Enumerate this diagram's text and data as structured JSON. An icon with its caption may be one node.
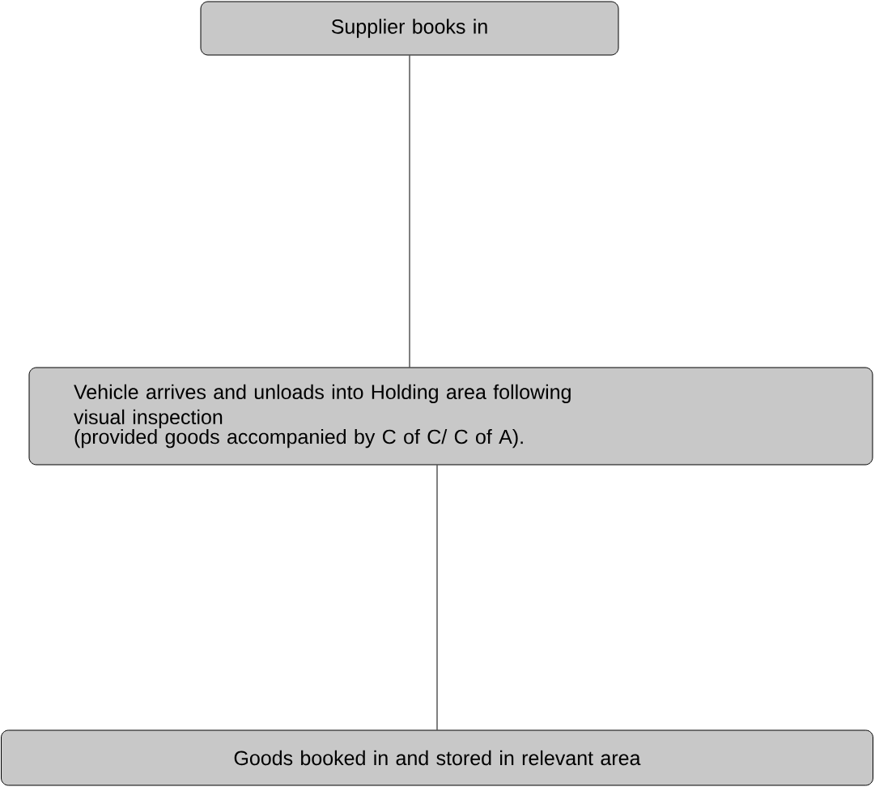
{
  "diagram": {
    "nodes": [
      {
        "text": [
          "Supplier books in"
        ]
      },
      {
        "text": [
          "Vehicle arrives and unloads into Holding area following visual inspection",
          "(provided goods accompanied by C of C/ C of A)."
        ]
      },
      {
        "text": [
          "Goods booked in and stored in relevant area"
        ]
      }
    ],
    "edges": [
      {
        "from": 0,
        "to": 1,
        "arrow": "none"
      },
      {
        "from": 1,
        "to": 2,
        "arrow": "none"
      }
    ]
  }
}
